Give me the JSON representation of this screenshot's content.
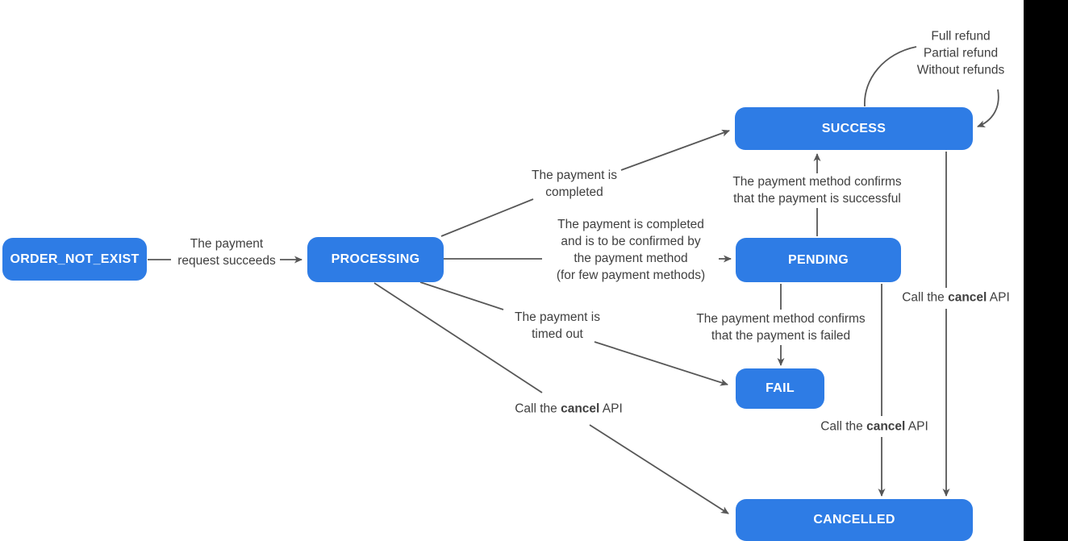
{
  "diagram": {
    "type": "state-machine-flowchart",
    "subject": "payment order states",
    "colors": {
      "node_fill": "#2e7ce5",
      "node_text": "#ffffff",
      "edge_stroke": "#575757",
      "label_text": "#3f3f3f",
      "canvas_bg": "#ffffff",
      "right_strip": "#000000"
    },
    "nodes": {
      "order_not_exist": {
        "label": "ORDER_NOT_EXIST"
      },
      "processing": {
        "label": "PROCESSING"
      },
      "success": {
        "label": "SUCCESS"
      },
      "pending": {
        "label": "PENDING"
      },
      "fail": {
        "label": "FAIL"
      },
      "cancelled": {
        "label": "CANCELLED"
      }
    },
    "edge_labels": {
      "order_to_processing": "The payment\nrequest succeeds",
      "processing_to_success": "The payment is\ncompleted",
      "processing_to_pending": "The payment is completed\nand is to be confirmed by\nthe payment method\n(for few payment methods)",
      "pending_to_success": "The payment method confirms\nthat the payment is successful",
      "processing_to_fail": "The payment is\ntimed out",
      "pending_to_fail": "The payment method confirms\nthat the payment is failed",
      "success_refund_loop": "Full refund\nPartial refund\nWithout refunds",
      "cancel_api": {
        "prefix": "Call the ",
        "bold": "cancel",
        "suffix": " API"
      }
    }
  }
}
